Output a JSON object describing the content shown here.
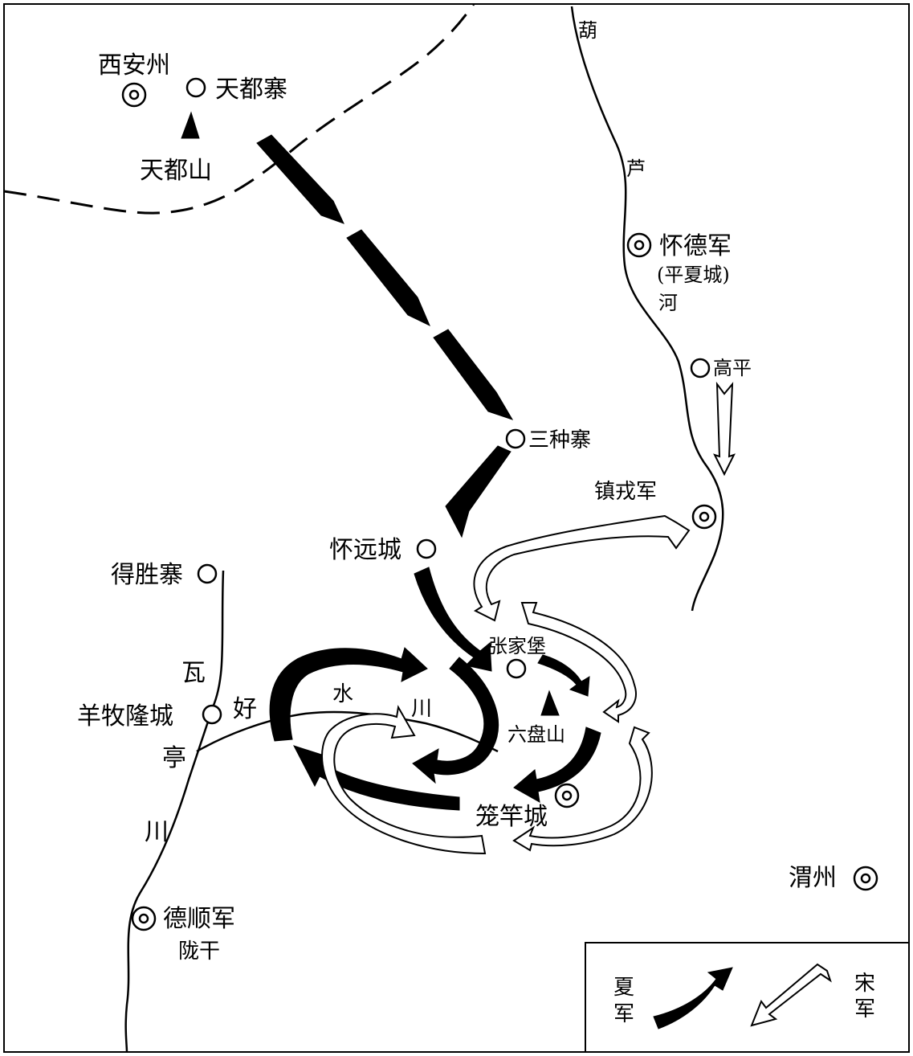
{
  "places": {
    "xianzhou": "西安州",
    "tiandu_zhai": "天都寨",
    "tiandu_shan": "天都山",
    "huaide_jun": "怀德军",
    "pingxia_cheng": "(平夏城)",
    "gaoping": "高平",
    "sanzhong_zhai": "三种寨",
    "zhenrong_jun": "镇戎军",
    "huaiyuan_cheng": "怀远城",
    "desheng_zhai": "得胜寨",
    "zhangjia_bao": "张家堡",
    "liupan_shan": "六盘山",
    "yangmulong_cheng": "羊牧隆城",
    "longgan_cheng": "笼竿城",
    "weizhou": "渭州",
    "deshun_jun": "德顺军",
    "longgan": "陇干"
  },
  "rivers": {
    "hulu_he": [
      "葫",
      "芦",
      "河"
    ],
    "wahaoting_chuan": [
      "瓦",
      "好",
      "亭",
      "川"
    ],
    "shui_chuan": [
      "水",
      "川"
    ]
  },
  "legend": {
    "xia_army": [
      "夏",
      "军"
    ],
    "song_army": [
      "宋",
      "军"
    ]
  },
  "colors": {
    "ink": "#000000",
    "paper": "#ffffff"
  },
  "symbols": {
    "fort": "open-circle",
    "prefecture": "double-circle",
    "mountain": "triangle",
    "xia_arrow": "solid-black-arrow",
    "song_arrow": "hollow-arrow"
  }
}
